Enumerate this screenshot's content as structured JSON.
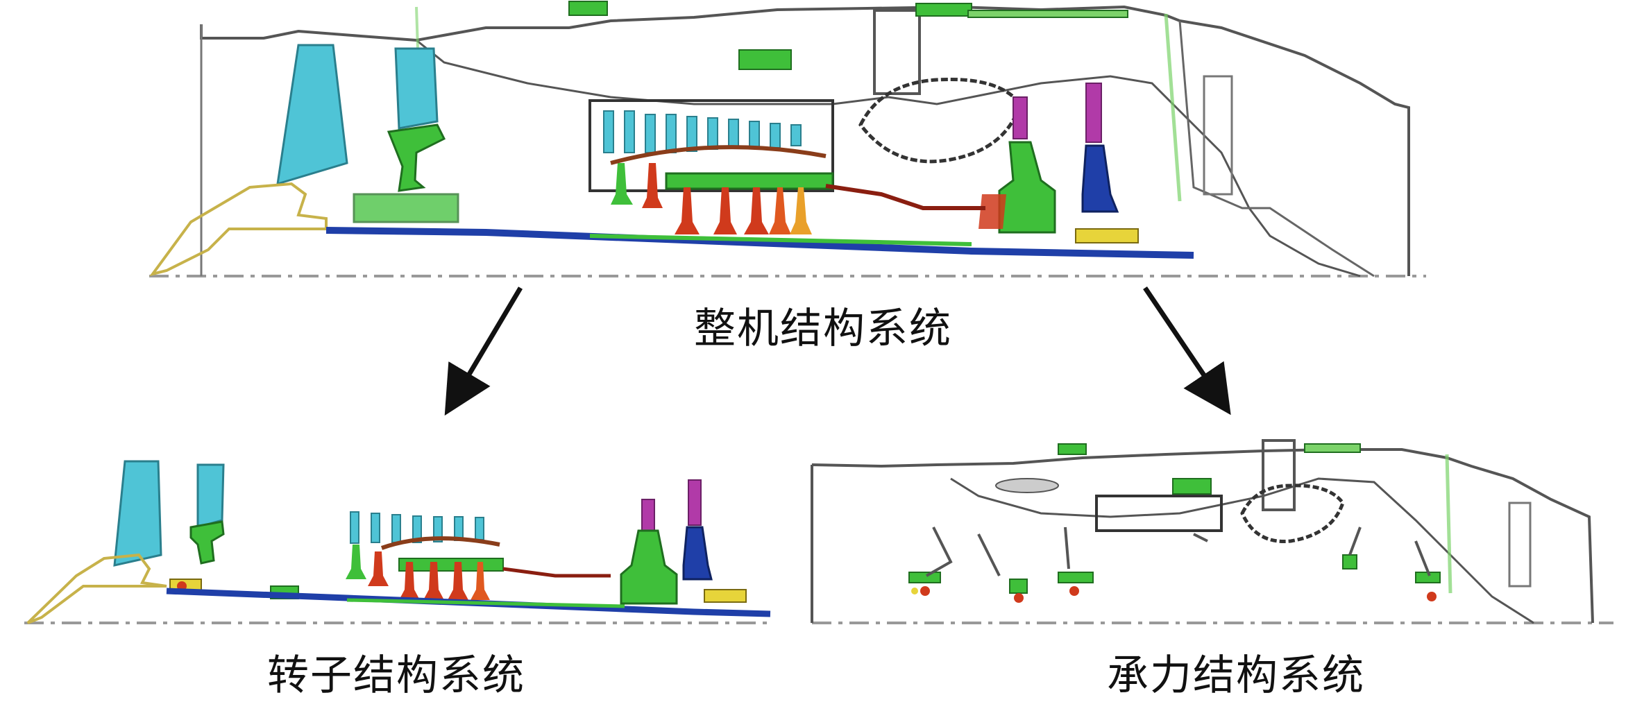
{
  "captions": {
    "whole": "整机结构系统",
    "rotor": "转子结构系统",
    "bearing": "承力结构系统"
  },
  "colors": {
    "casing_line": "#555555",
    "fan_blade": "#4fc4d6",
    "green_part": "#3fbf3a",
    "red_part": "#d03a1c",
    "magenta_blade": "#b13aa8",
    "shaft_blue": "#1f3fa8",
    "yellow_part": "#e7d43a",
    "centerline": "#999999",
    "arrow": "#111111"
  },
  "icons": {
    "left_arrow": "arrow-down-left",
    "right_arrow": "arrow-down-right"
  }
}
